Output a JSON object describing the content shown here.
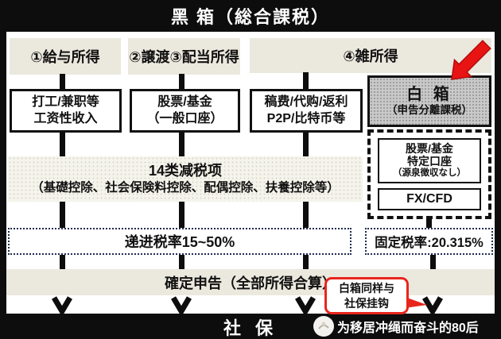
{
  "title": "黑 箱（総合課税）",
  "categories": [
    {
      "label": "①給与所得"
    },
    {
      "label": "②譲渡③配当所得"
    },
    {
      "label": "④雑所得"
    }
  ],
  "income_boxes": [
    {
      "line1": "打工/兼职等",
      "line2": "工资性收入"
    },
    {
      "line1": "股票/基金",
      "line2": "（一般口座）"
    },
    {
      "line1": "稿费/代购/返利",
      "line2": "P2P/比特币等"
    }
  ],
  "white_box": {
    "title": "白 箱",
    "subtitle": "（申告分離課税）",
    "item1": {
      "line1": "股票/基金",
      "line2": "特定口座",
      "line3": "（源泉徴収なし）"
    },
    "item2": {
      "label": "FX/CFD"
    }
  },
  "deductions": {
    "title": "14类减税项",
    "detail": "（基礎控除、社会保険料控除、配偶控除、扶養控除等）"
  },
  "tax_rates": {
    "progressive": "递进税率15~50%",
    "fixed": "固定税率:20.315%"
  },
  "final_return": "確定申告（全部所得合算）",
  "callout": {
    "line1": "白箱同样与",
    "line2": "社保挂钩"
  },
  "footer": {
    "label": "社 保",
    "watermark": "为移居冲绳而奋斗的80后"
  },
  "colors": {
    "frame_black": "#0d0d0d",
    "beige": "#ebe8de",
    "header_gray": "#c9c9c9",
    "accent_red": "#e8251d",
    "dotted_border": "#1f2c50"
  }
}
